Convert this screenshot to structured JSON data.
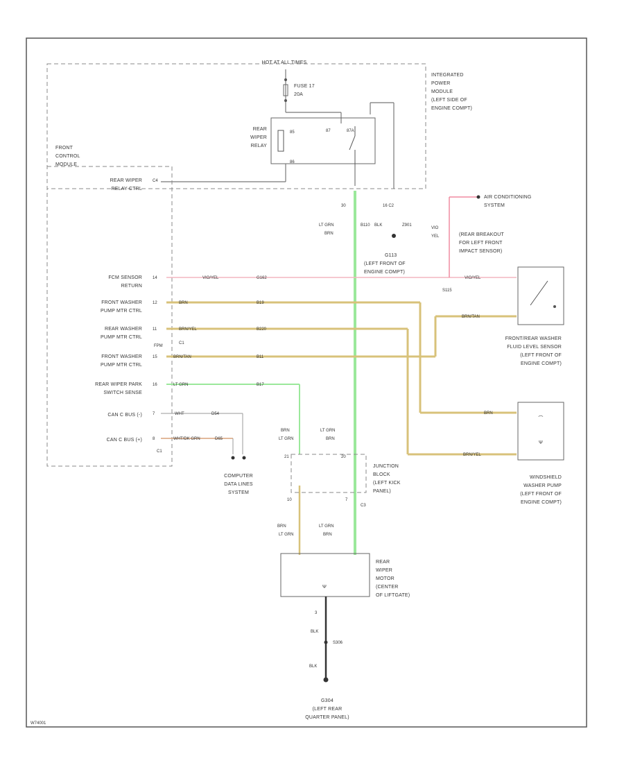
{
  "header": {
    "hot_label": "HOT AT ALL TIMES"
  },
  "fuse": {
    "name": "FUSE 17",
    "rating": "20A"
  },
  "ipm": {
    "lines": [
      "INTEGRATED",
      "POWER",
      "MODULE",
      "(LEFT SIDE OF",
      "ENGINE COMPT)"
    ]
  },
  "relay": {
    "lines": [
      "REAR",
      "WIPER",
      "RELAY"
    ],
    "pins": [
      "85",
      "87",
      "87A",
      "86"
    ]
  },
  "fcm": {
    "title": [
      "FRONT",
      "CONTROL",
      "MODULE"
    ],
    "rows": [
      {
        "label": [
          "REAR WIPER",
          "RELAY CTRL"
        ],
        "pin": "C4"
      },
      {
        "label": [
          "FCM SENSOR",
          "RETURN"
        ],
        "pin": "14"
      },
      {
        "label": [
          "FRONT WASHER",
          "PUMP MTR CTRL"
        ],
        "pin": "12"
      },
      {
        "label": [
          "REAR WASHER",
          "PUMP MTR CTRL"
        ],
        "pin": "11"
      },
      {
        "label": [
          "FRONT WASHER",
          "PUMP MTR CTRL"
        ],
        "pin": "15"
      },
      {
        "label": [
          "REAR WIPER PARK",
          "SWITCH SENSE"
        ],
        "pin": "16"
      },
      {
        "label": [
          "CAN C BUS (-)"
        ],
        "pin": "7"
      },
      {
        "label": [
          "CAN C BUS (+)"
        ],
        "pin": "8"
      }
    ],
    "connector_c1": "C1",
    "connector_c1b": "C1",
    "fpm": "FPM"
  },
  "wires": {
    "relay_out_pin": "30",
    "relay_out_color": [
      "LT GRN",
      "BRN"
    ],
    "relay_out_circuit": "B110",
    "ground_pin": "16 C2",
    "ground_color": "BLK",
    "ground_circuit": "Z901",
    "ground_name": "G113",
    "ground_desc": [
      "(LEFT FRONT OF",
      "ENGINE COMPT)"
    ],
    "sensor_return": {
      "color": "VIO/YEL",
      "circuit": "G162"
    },
    "front_pump": {
      "color": "BRN",
      "circuit": "B19"
    },
    "rear_pump": {
      "color": "BRN/YEL",
      "circuit": "B220"
    },
    "front_pump2": {
      "color": "BRN/TAN",
      "circuit": "B11"
    },
    "park_sense": {
      "color": "LT GRN",
      "circuit": "B17"
    },
    "can_minus": {
      "color": "WHT",
      "circuit": "D54"
    },
    "can_plus": {
      "color": "WHT/DK GRN",
      "circuit": "D65"
    },
    "ac_color": [
      "VIO",
      "YEL"
    ],
    "ac_system": [
      "AIR CONDITIONING",
      "SYSTEM"
    ],
    "breakout": [
      "(REAR BREAKOUT",
      "FOR LEFT FRONT",
      "IMPACT SENSOR)"
    ],
    "splice": "S115",
    "right_vio": "VIO/YEL",
    "right_brntan": "BRN/TAN",
    "right_brn": "BRN",
    "right_brnyel": "BRN/YEL"
  },
  "fluid_sensor": {
    "lines": [
      "FRONT/REAR WASHER",
      "FLUID LEVEL SENSOR",
      "(LEFT FRONT OF",
      "ENGINE COMPT)"
    ]
  },
  "washer_pump": {
    "lines": [
      "WINDSHIELD",
      "WASHER PUMP",
      "(LEFT FRONT OF",
      "ENGINE COMPT)"
    ]
  },
  "can_system": [
    "COMPUTER",
    "DATA LINES",
    "SYSTEM"
  ],
  "junction": {
    "lines": [
      "JUNCTION",
      "BLOCK",
      "(LEFT KICK",
      "PANEL)"
    ],
    "pins_top": [
      "21",
      "20"
    ],
    "pins_bottom": [
      "10",
      "7"
    ],
    "conn": "C3",
    "wire_a": [
      "BRN",
      "LT GRN"
    ],
    "wire_b": [
      "LT GRN",
      "BRN"
    ]
  },
  "rear_motor": {
    "lines": [
      "REAR",
      "WIPER",
      "MOTOR",
      "(CENTER",
      "OF LIFTGATE)"
    ],
    "wire_a": [
      "BRN",
      "LT GRN"
    ],
    "wire_b": [
      "LT GRN",
      "BRN"
    ],
    "gnd_pin": "3",
    "gnd_color": "BLK",
    "splice": "S306",
    "gnd_color2": "BLK",
    "ground_name": "G304",
    "ground_desc": [
      "(LEFT REAR",
      "QUARTER PANEL)"
    ]
  },
  "footer": {
    "code": "W74001"
  }
}
